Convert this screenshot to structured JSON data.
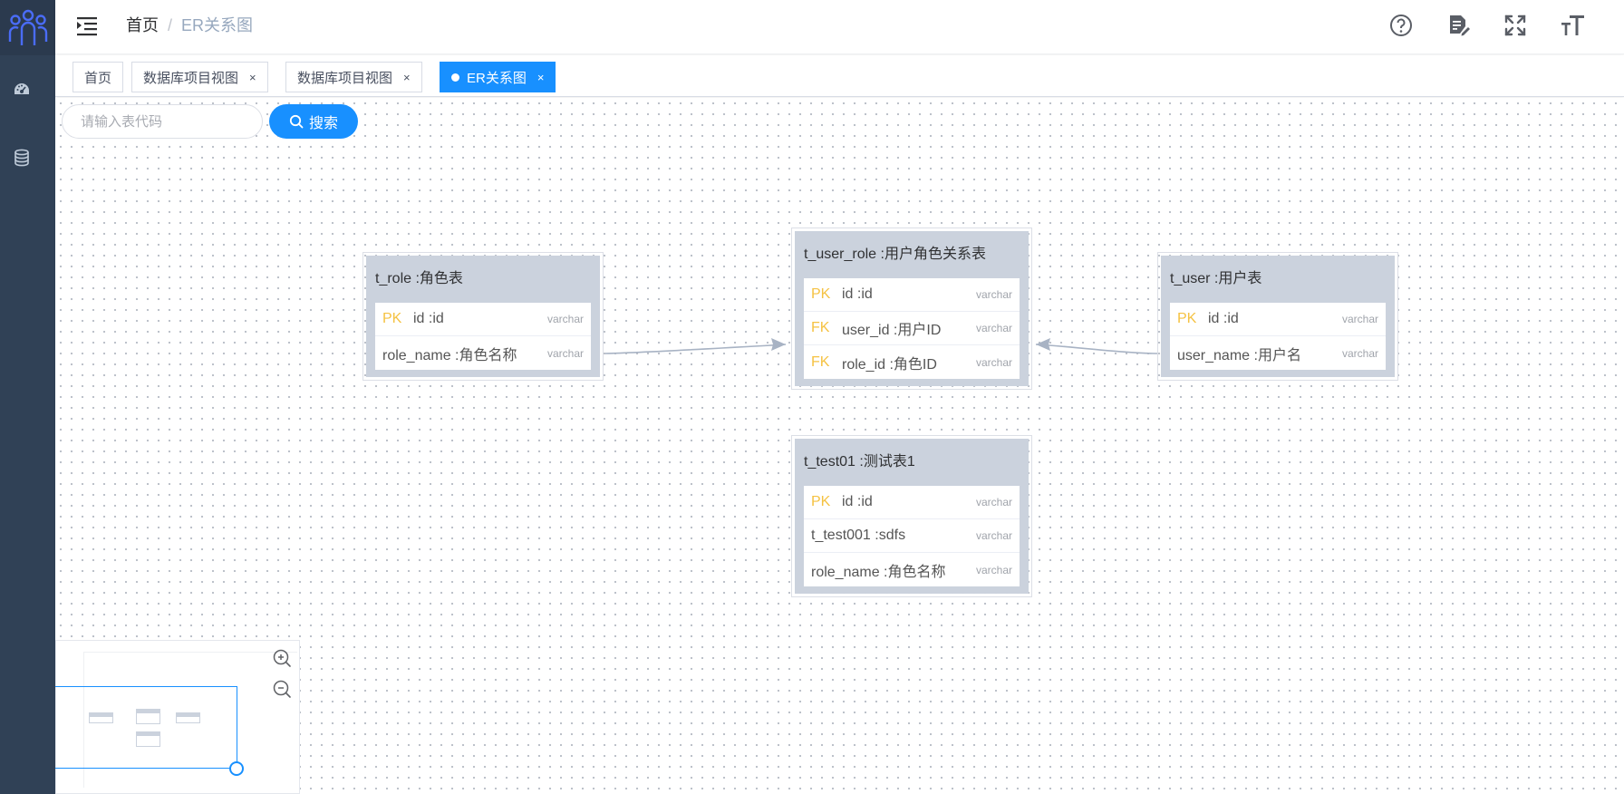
{
  "header": {
    "breadcrumb": {
      "home": "首页",
      "separator": "/",
      "current": "ER关系图"
    },
    "icons": [
      "question-circle-icon",
      "document-edit-icon",
      "fullscreen-icon",
      "font-size-icon"
    ]
  },
  "sidebar": {
    "items": [
      {
        "icon": "dashboard-icon"
      },
      {
        "icon": "database-icon"
      }
    ]
  },
  "tags": [
    {
      "label": "首页",
      "closable": false,
      "active": false
    },
    {
      "label": "数据库项目视图",
      "closable": true,
      "active": false
    },
    {
      "label": "数据库项目视图",
      "closable": true,
      "active": false
    },
    {
      "label": "ER关系图",
      "closable": true,
      "active": true
    }
  ],
  "tag_close": "×",
  "search": {
    "placeholder": "请输入表代码",
    "value": "",
    "button_label": "搜索"
  },
  "tables": {
    "role": {
      "title": "t_role :角色表",
      "fields": [
        {
          "key": "PK",
          "name": "id :id",
          "type": "varchar"
        },
        {
          "key": "",
          "name": "role_name :角色名称",
          "type": "varchar"
        }
      ]
    },
    "user_role": {
      "title": "t_user_role :用户角色关系表",
      "fields": [
        {
          "key": "PK",
          "name": "id :id",
          "type": "varchar"
        },
        {
          "key": "FK",
          "name": "user_id :用户ID",
          "type": "varchar"
        },
        {
          "key": "FK",
          "name": "role_id :角色ID",
          "type": "varchar"
        }
      ]
    },
    "user": {
      "title": "t_user :用户表",
      "fields": [
        {
          "key": "PK",
          "name": "id :id",
          "type": "varchar"
        },
        {
          "key": "",
          "name": "user_name :用户名",
          "type": "varchar"
        }
      ]
    },
    "test01": {
      "title": "t_test01 :测试表1",
      "fields": [
        {
          "key": "PK",
          "name": "id :id",
          "type": "varchar"
        },
        {
          "key": "",
          "name": "t_test001 :sdfs",
          "type": "varchar"
        },
        {
          "key": "",
          "name": "role_name :角色名称",
          "type": "varchar"
        }
      ]
    }
  },
  "colors": {
    "accent": "#1890ff",
    "sidebar": "#304156",
    "key": "#f5c242",
    "table_header": "#cbd2dd"
  }
}
